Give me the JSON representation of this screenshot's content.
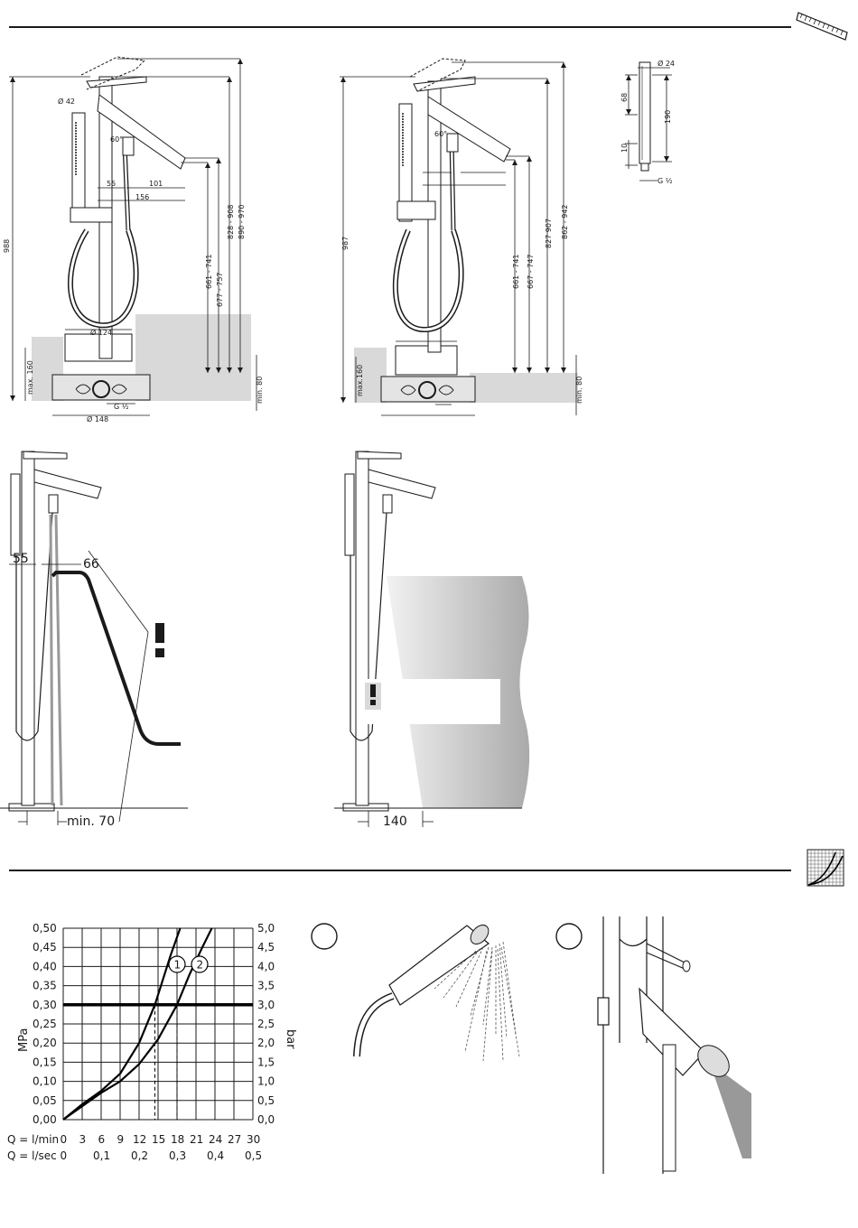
{
  "top_drawings": {
    "left": {
      "height_total": "988",
      "basin_max": "max. 160",
      "floor_min": "min. 80",
      "diam_42": "Ø 42",
      "angle": "60°",
      "w55": "55",
      "w101": "101",
      "w156": "156",
      "r1": "661 - 741",
      "r2": "677 - 757",
      "r3": "828 - 908",
      "r4": "890 - 970",
      "diam_124": "Ø 124",
      "g_half": "G ½",
      "diam_148": "Ø 148"
    },
    "right": {
      "height_total": "987",
      "basin_max": "max.160",
      "floor_min": "min. 80",
      "angle": "60°",
      "r1": "661 - 741",
      "r2": "667 - 747",
      "r3": "827 907",
      "r4": "862 - 942"
    },
    "handshower": {
      "diam_24": "Ø 24",
      "h68": "68",
      "h190": "190",
      "h10": "10",
      "g_half": "G ½"
    }
  },
  "clearance_drawings": {
    "left": {
      "w55": "55",
      "w66": "66",
      "min70": "min. 70"
    },
    "right": {
      "w140": "140"
    }
  },
  "chart_data": {
    "type": "line",
    "xlabel_l_min": "Q = l/min",
    "xlabel_l_sec": "Q = l/sec",
    "ylabel_left": "MPa",
    "ylabel_right": "bar",
    "x_l_min_ticks": [
      "0",
      "3",
      "6",
      "9",
      "12",
      "15",
      "18",
      "21",
      "24",
      "27",
      "30"
    ],
    "x_l_sec_ticks": [
      "0",
      "0,1",
      "0,2",
      "0,3",
      "0,4",
      "0,5"
    ],
    "y_mpa_ticks": [
      "0,00",
      "0,05",
      "0,10",
      "0,15",
      "0,20",
      "0,25",
      "0,30",
      "0,35",
      "0,40",
      "0,45",
      "0,50"
    ],
    "y_bar_ticks": [
      "0,0",
      "0,5",
      "1,0",
      "1,5",
      "2,0",
      "2,5",
      "3,0",
      "3,5",
      "4,0",
      "4,5",
      "5,0"
    ],
    "xlim": [
      0,
      30
    ],
    "ylim": [
      0,
      0.5
    ],
    "reference_line": {
      "y": 0.3
    },
    "series": [
      {
        "name": "1",
        "x": [
          0,
          3,
          6,
          9,
          12,
          14.5,
          17,
          18.5
        ],
        "y": [
          0,
          0.04,
          0.075,
          0.12,
          0.2,
          0.3,
          0.43,
          0.5
        ]
      },
      {
        "name": "2",
        "x": [
          0,
          3,
          6,
          9,
          12,
          15,
          18,
          20,
          22,
          23.5
        ],
        "y": [
          0,
          0.035,
          0.07,
          0.1,
          0.145,
          0.21,
          0.3,
          0.38,
          0.45,
          0.5
        ]
      }
    ],
    "readout_x": [
      14.5,
      18
    ]
  },
  "icons": {
    "ruler_icon": "ruler-icon",
    "graph_icon": "flow-graph-icon"
  }
}
